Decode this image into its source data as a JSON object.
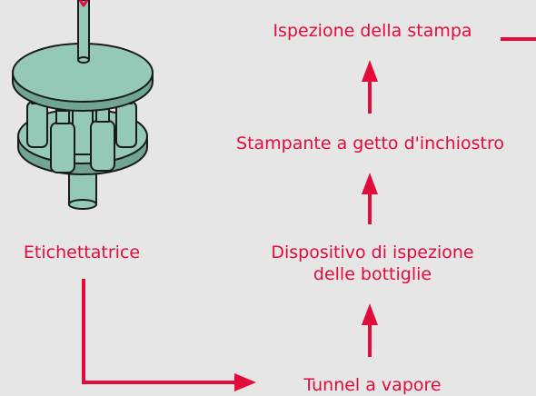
{
  "diagram": {
    "labels": {
      "inspection": "Ispezione della stampa",
      "printer": "Stampante a getto d'inchiostro",
      "device_line1": "Dispositivo di ispezione",
      "device_line2": "delle bottiglie",
      "tunnel": "Tunnel a vapore",
      "labeler": "Etichettatrice"
    },
    "colors": {
      "arrow": "#e30b3a",
      "text": "#e30b3a",
      "background": "#e6e6e6",
      "machine_fill": "#93c9b6",
      "machine_stroke": "#1a1a1a"
    },
    "icons": [
      "labeling-machine-icon"
    ]
  }
}
